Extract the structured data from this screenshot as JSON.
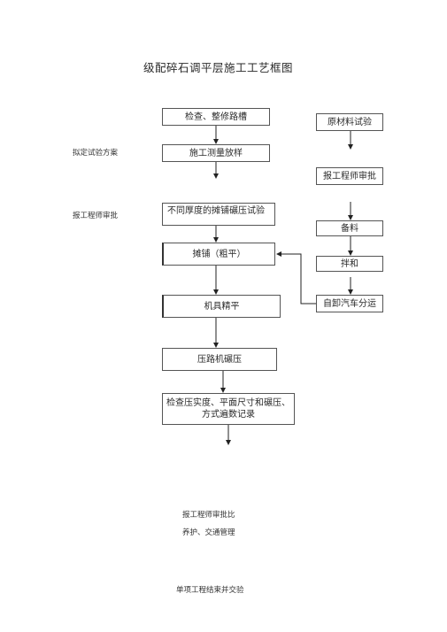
{
  "title": "级配碎石调平层施工工艺框图",
  "main_steps": [
    "检查、整修路槽",
    "施工测量放样",
    "不同厚度的摊铺碾压试验",
    "摊铺（粗平）",
    "机具精平",
    "压路机碾压",
    "检查压实度、平面尺寸和碾压、方式遍数记录"
  ],
  "check_box": {
    "line1": "检查压实度、平面尺寸和碾压、",
    "line2": "方式遍数记录"
  },
  "material_steps": [
    "原材料试验",
    "报工程师审批",
    "备料",
    "拌和",
    "自卸汽车分运"
  ],
  "side_labels": {
    "plan": "拟定试验方案",
    "approval": "报工程师审批"
  },
  "bottom_notes": {
    "approval": "报工程师审批比",
    "maintenance": "养护、交通管理",
    "handover": "单项工程结束并交验"
  }
}
